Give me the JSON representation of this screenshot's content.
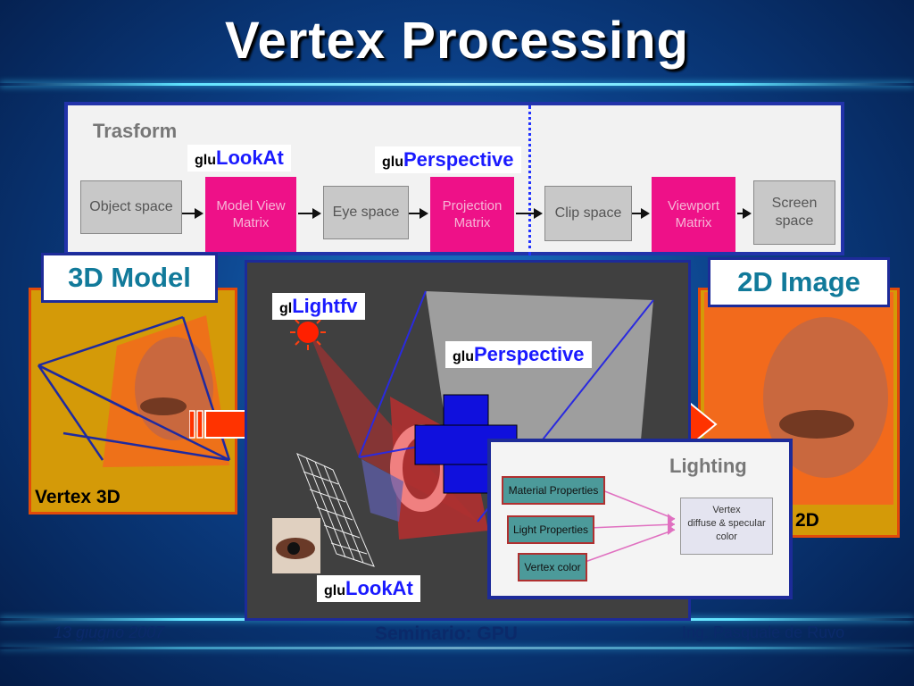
{
  "title": "Vertex Processing",
  "pipeline": {
    "section_label": "Trasform",
    "stages": [
      "Object space",
      "Model View\nMatrix",
      "Eye space",
      "Projection\nMatrix",
      "Clip space",
      "Viewport\nMatrix",
      "Screen\nspace"
    ],
    "call_lookat": {
      "prefix": "glu",
      "name": "LookAt"
    },
    "call_perspective": {
      "prefix": "glu",
      "name": "Perspective"
    }
  },
  "model_3d": {
    "header": "3D Model",
    "caption": "Vertex 3D"
  },
  "image_2d": {
    "header": "2D Image",
    "caption": "2D"
  },
  "scene": {
    "call_light": {
      "prefix": "gl",
      "name": "Lightfv"
    },
    "call_perspective": {
      "prefix": "glu",
      "name": "Perspective"
    },
    "call_lookat": {
      "prefix": "glu",
      "name": "LookAt"
    }
  },
  "lighting": {
    "title": "Lighting",
    "inputs": [
      "Material Properties",
      "Light Properties",
      "Vertex color"
    ],
    "output": "Vertex\ndiffuse & specular\ncolor"
  },
  "footer": {
    "date": "13 giugno 2007",
    "center": "Seminario: GPU",
    "author": "Ing. Pasquale de Ruvo"
  },
  "colors": {
    "accent_pink": "#ee1188",
    "frame_blue": "#1d2b99",
    "arrow_red": "#ff3300"
  }
}
